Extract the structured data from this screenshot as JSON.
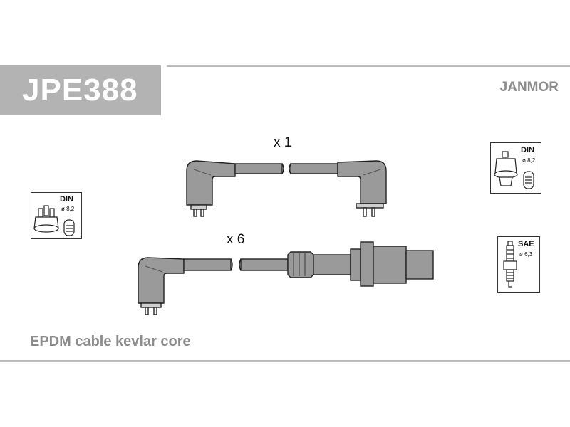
{
  "header": {
    "part_code": "JPE388",
    "brand": "JANMOR"
  },
  "cables": [
    {
      "quantity_label": "x 1"
    },
    {
      "quantity_label": "x 6"
    }
  ],
  "connectors": {
    "left": {
      "standard": "DIN",
      "diameter": "ø 8,2"
    },
    "right_top": {
      "standard": "DIN",
      "diameter": "ø 8,2"
    },
    "right_bottom": {
      "standard": "SAE",
      "diameter": "ø 6,3"
    }
  },
  "footer": {
    "description": "EPDM cable kevlar core"
  },
  "colors": {
    "header_box": "#b3b3b3",
    "gray_text": "#8c8c8c",
    "cable_fill": "#9a9a9a",
    "outline": "#222222"
  }
}
